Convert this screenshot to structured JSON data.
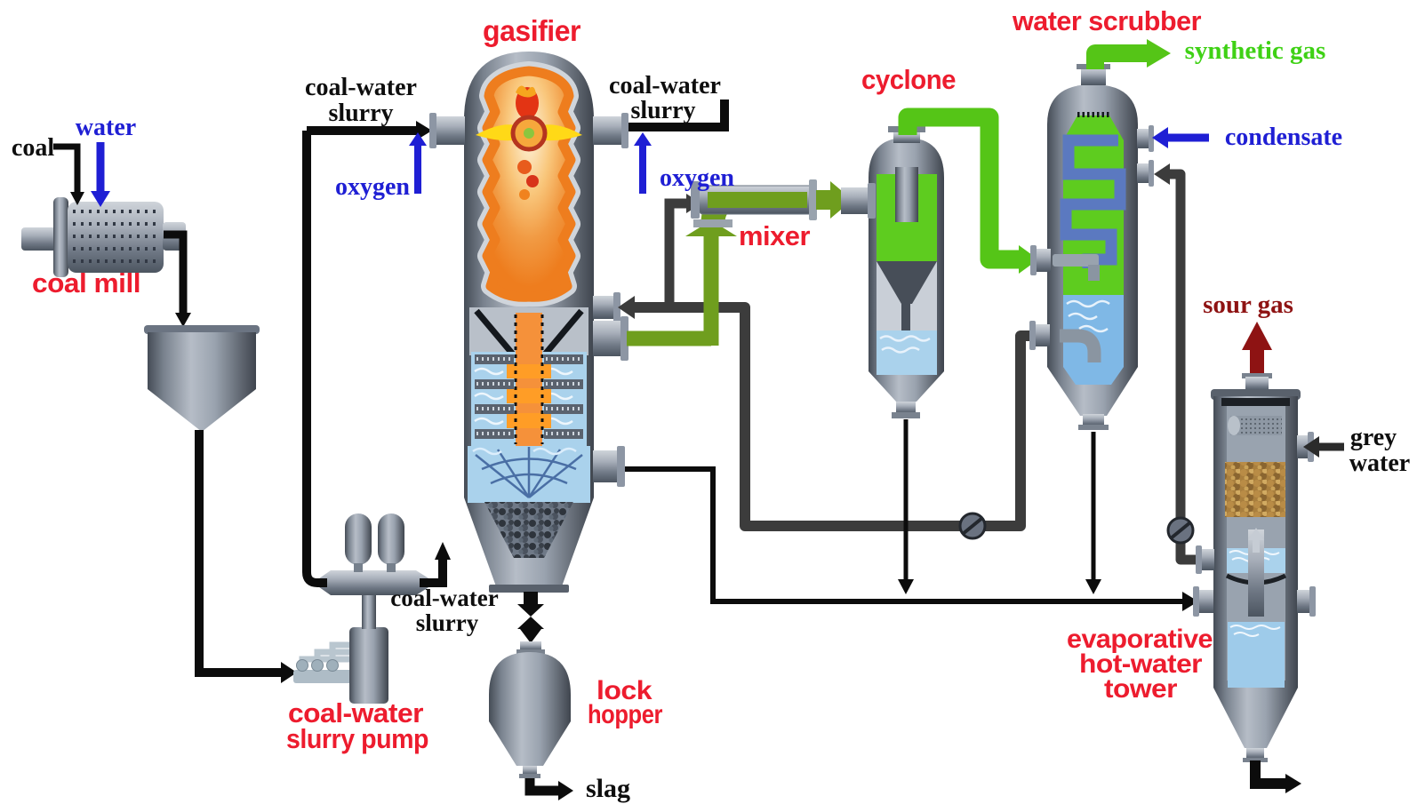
{
  "title": "coal-water slurry gasification process flow diagram",
  "labels": {
    "coal": "coal",
    "water": "water",
    "coal_mill": "coal mill",
    "slurry_left": [
      "coal-water",
      "slurry"
    ],
    "oxygen_left": "oxygen",
    "gasifier": "gasifier",
    "slurry_right": [
      "coal-water",
      "slurry"
    ],
    "oxygen_right": "oxygen",
    "mixer": "mixer",
    "cyclone": "cyclone",
    "water_scrubber": "water scrubber",
    "synthetic_gas": "synthetic gas",
    "condensate": "condensate",
    "pump_slurry": [
      "coal-water",
      "slurry"
    ],
    "slurry_pump": [
      "coal-water",
      "slurry pump"
    ],
    "lock_hopper": [
      "lock",
      "hopper"
    ],
    "slag": "slag",
    "sour_gas": "sour gas",
    "grey_water": [
      "grey",
      "water"
    ],
    "evaporative_tower": [
      "evaporative",
      "hot-water",
      "tower"
    ]
  },
  "colors": {
    "equipment_label_red": "#ed1c2e",
    "stream_label_black": "#0e0e0e",
    "stream_label_blue": "#1f1fd4",
    "stream_label_green": "#3fd115",
    "sour_gas_dark_red": "#8e1313",
    "pipe_black": "#0c0c0c",
    "pipe_dark_grey": "#3c3c3c",
    "pipe_olive_green": "#6f9e1e",
    "pipe_bright_green": "#55c517",
    "vessel_interior_green": "#5ecc1f",
    "water_blue": "#aad2ec",
    "flame_orange": "#ee7d1e"
  }
}
